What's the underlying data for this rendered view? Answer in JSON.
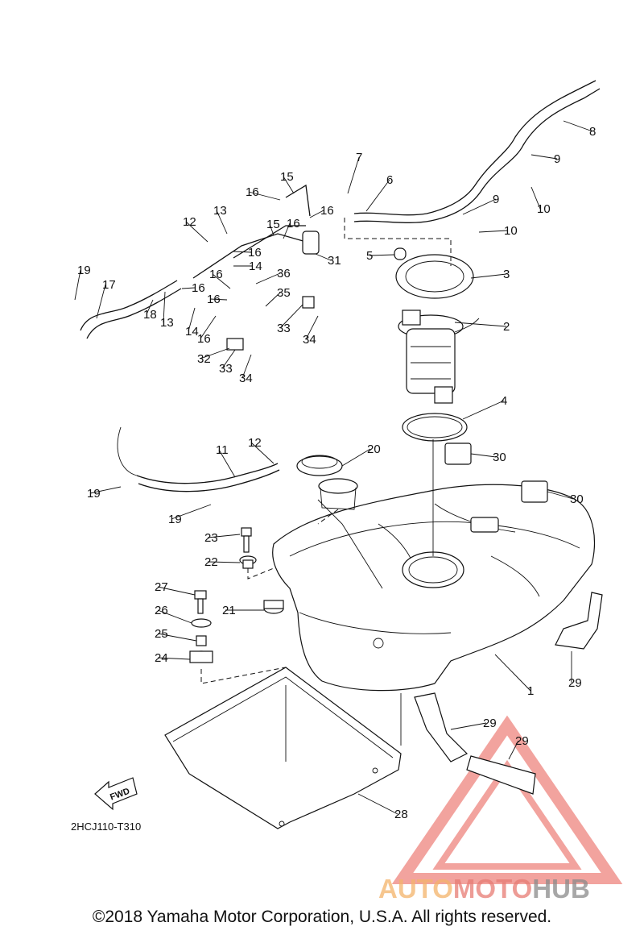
{
  "diagram": {
    "code": "2HCJ110-T310",
    "fwd_label": "FWD",
    "callouts": [
      "1",
      "2",
      "3",
      "4",
      "5",
      "6",
      "7",
      "8",
      "9",
      "9",
      "10",
      "10",
      "11",
      "12",
      "12",
      "13",
      "13",
      "14",
      "14",
      "15",
      "15",
      "16",
      "16",
      "16",
      "16",
      "16",
      "16",
      "16",
      "16",
      "17",
      "18",
      "19",
      "19",
      "19",
      "20",
      "21",
      "22",
      "23",
      "24",
      "25",
      "26",
      "27",
      "28",
      "29",
      "29",
      "29",
      "30",
      "30",
      "31",
      "32",
      "33",
      "33",
      "34",
      "34",
      "35",
      "36"
    ]
  },
  "watermark": {
    "brand_part1": "AUTO",
    "brand_part2": "MOTO",
    "brand_part3": "HUB",
    "colors": {
      "auto": "#f4b36a",
      "moto": "#e77b74",
      "hub": "#8a8a8a",
      "triangle": "#e8584f"
    }
  },
  "footer": {
    "copyright": "©2018 Yamaha Motor Corporation, U.S.A. All rights reserved."
  }
}
